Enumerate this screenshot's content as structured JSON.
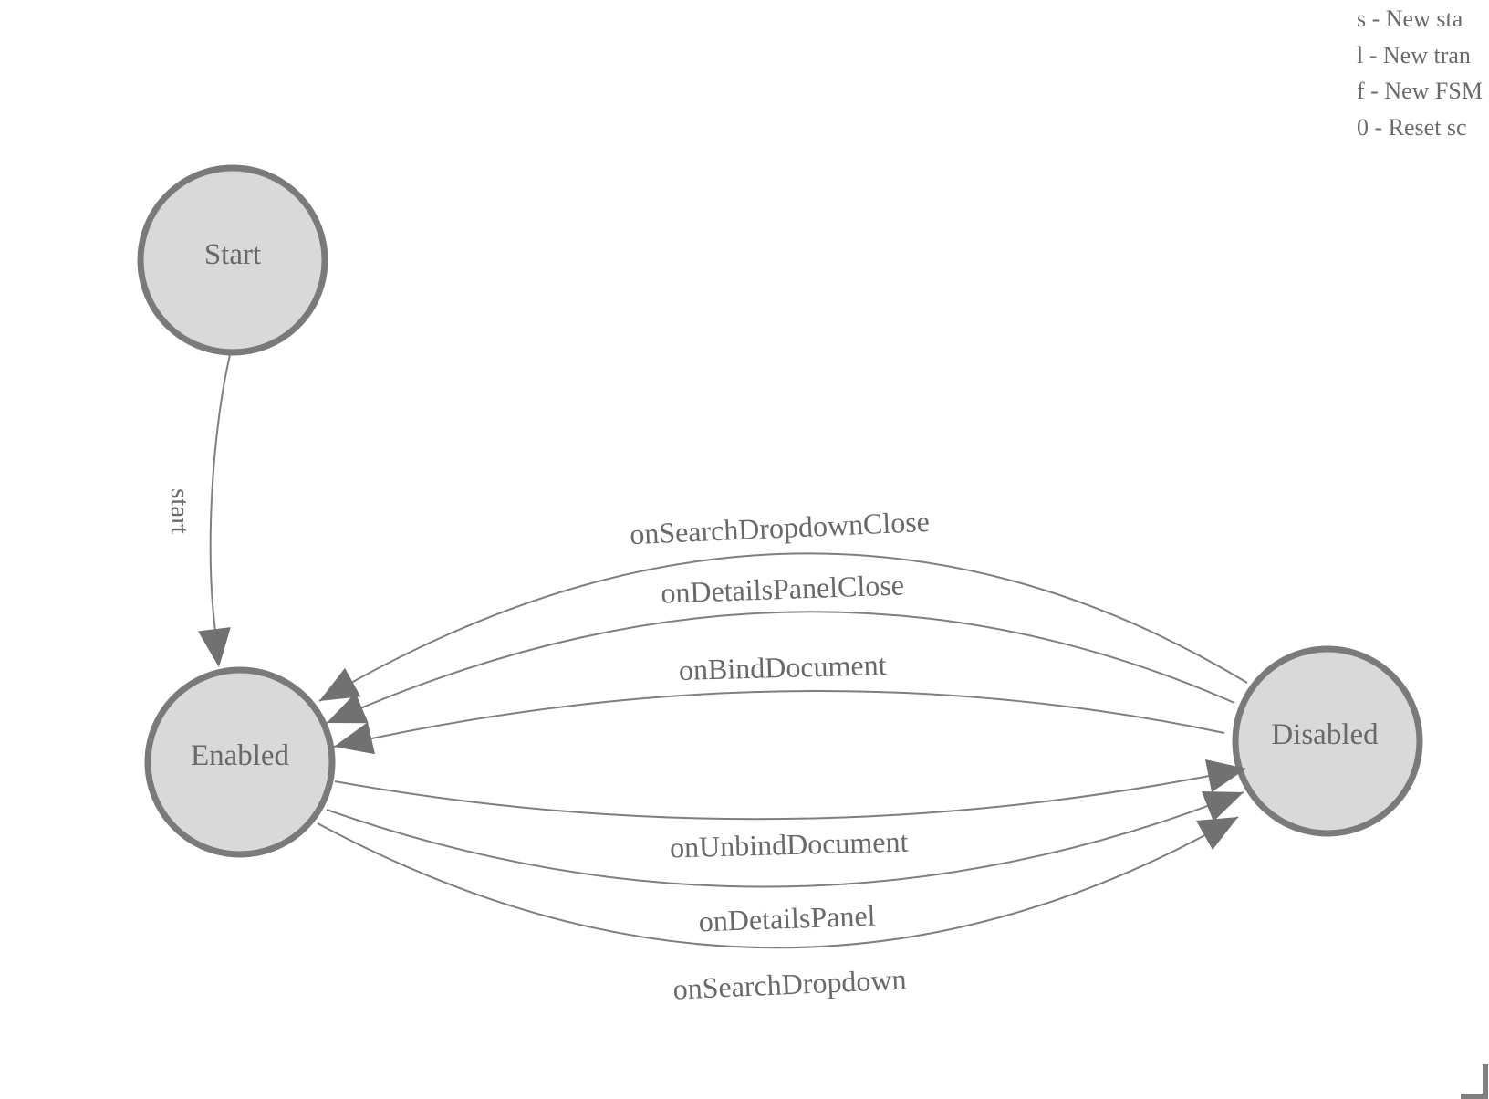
{
  "legend": {
    "lines": [
      "s - New sta",
      "l - New tran",
      "f - New FSM",
      "0 - Reset sc"
    ]
  },
  "diagram": {
    "type": "finite-state-machine",
    "states": [
      {
        "label": "Start"
      },
      {
        "label": "Enabled"
      },
      {
        "label": "Disabled"
      }
    ],
    "transitions": [
      {
        "label": "start",
        "from": "Start",
        "to": "Enabled"
      },
      {
        "label": "onSearchDropdownClose",
        "from": "Disabled",
        "to": "Enabled"
      },
      {
        "label": "onDetailsPanelClose",
        "from": "Disabled",
        "to": "Enabled"
      },
      {
        "label": "onBindDocument",
        "from": "Disabled",
        "to": "Enabled"
      },
      {
        "label": "onUnbindDocument",
        "from": "Enabled",
        "to": "Disabled"
      },
      {
        "label": "onDetailsPanel",
        "from": "Enabled",
        "to": "Disabled"
      },
      {
        "label": "onSearchDropdown",
        "from": "Enabled",
        "to": "Disabled"
      }
    ],
    "colors": {
      "state_fill": "#d9d9d9",
      "state_stroke": "#7a7a7a",
      "edge_stroke": "#7f7f7f",
      "arrow_fill": "#717171",
      "label_text": "#696969",
      "legend_text": "#6b6b6b",
      "canvas_background": "#ffffff"
    }
  }
}
